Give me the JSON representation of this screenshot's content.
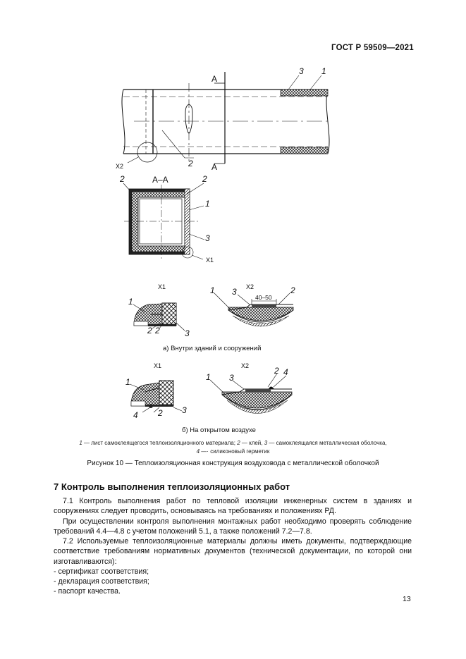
{
  "header": {
    "standard": "ГОСТ Р 59509—2021"
  },
  "figure": {
    "top_view": {
      "section_mark": "А",
      "callouts": {
        "c3": "3",
        "c1": "1",
        "c2": "2",
        "x2": "Х2"
      }
    },
    "section": {
      "title": "А–А",
      "callouts": {
        "c2a": "2",
        "c2b": "2",
        "c1": "1",
        "c3": "3",
        "x1": "Х1"
      }
    },
    "details_a": {
      "x1": {
        "title": "Х1",
        "c1": "1",
        "c2": "2",
        "c3": "3"
      },
      "x2": {
        "title": "Х2",
        "dimension": "40–50",
        "c1": "1",
        "c3": "3",
        "c2": "2"
      },
      "caption": "а) Внутри зданий и сооружений"
    },
    "details_b": {
      "x1": {
        "title": "Х1",
        "c1": "1",
        "c2": "2",
        "c3": "3",
        "c4": "4"
      },
      "x2": {
        "title": "Х2",
        "c1": "1",
        "c3": "3",
        "c2": "2",
        "c4": "4"
      },
      "caption": "б) На открытом воздухе"
    },
    "legend": {
      "n1": "1",
      "t1": " — лист самоклеящегося теплоизоляционного материала; ",
      "n2": "2",
      "t2": " — клей, ",
      "n3": "3",
      "t3": " — самоклеящаяся металлическая оболочка,",
      "n4": "4",
      "t4": " —· силиконовый герметик"
    },
    "caption": "Рисунок 10 — Теплоизоляционная конструкция воздуховода с металлической оболочкой"
  },
  "section7": {
    "heading": "7 Контроль выполнения теплоизоляционных работ",
    "p1": "7.1 Контроль выполнения работ по тепловой изоляции инженерных систем в зданиях и сооружениях следует проводить, основываясь на требованиях и положениях РД.",
    "p2": "При осуществлении контроля выполнения монтажных работ необходимо проверять соблюдение требований 4.4—4.8 с учетом положений 5.1, а также положений 7.2—7.8.",
    "p3": "7.2 Используемые теплоизоляционные материалы должны иметь документы, подтверждающие соответствие требованиям нормативных документов (технической документации, по которой они изготавливаются):",
    "items": [
      "- сертификат соответствия;",
      "- декларация соответствия;",
      "- паспорт качества."
    ]
  },
  "page_number": "13"
}
